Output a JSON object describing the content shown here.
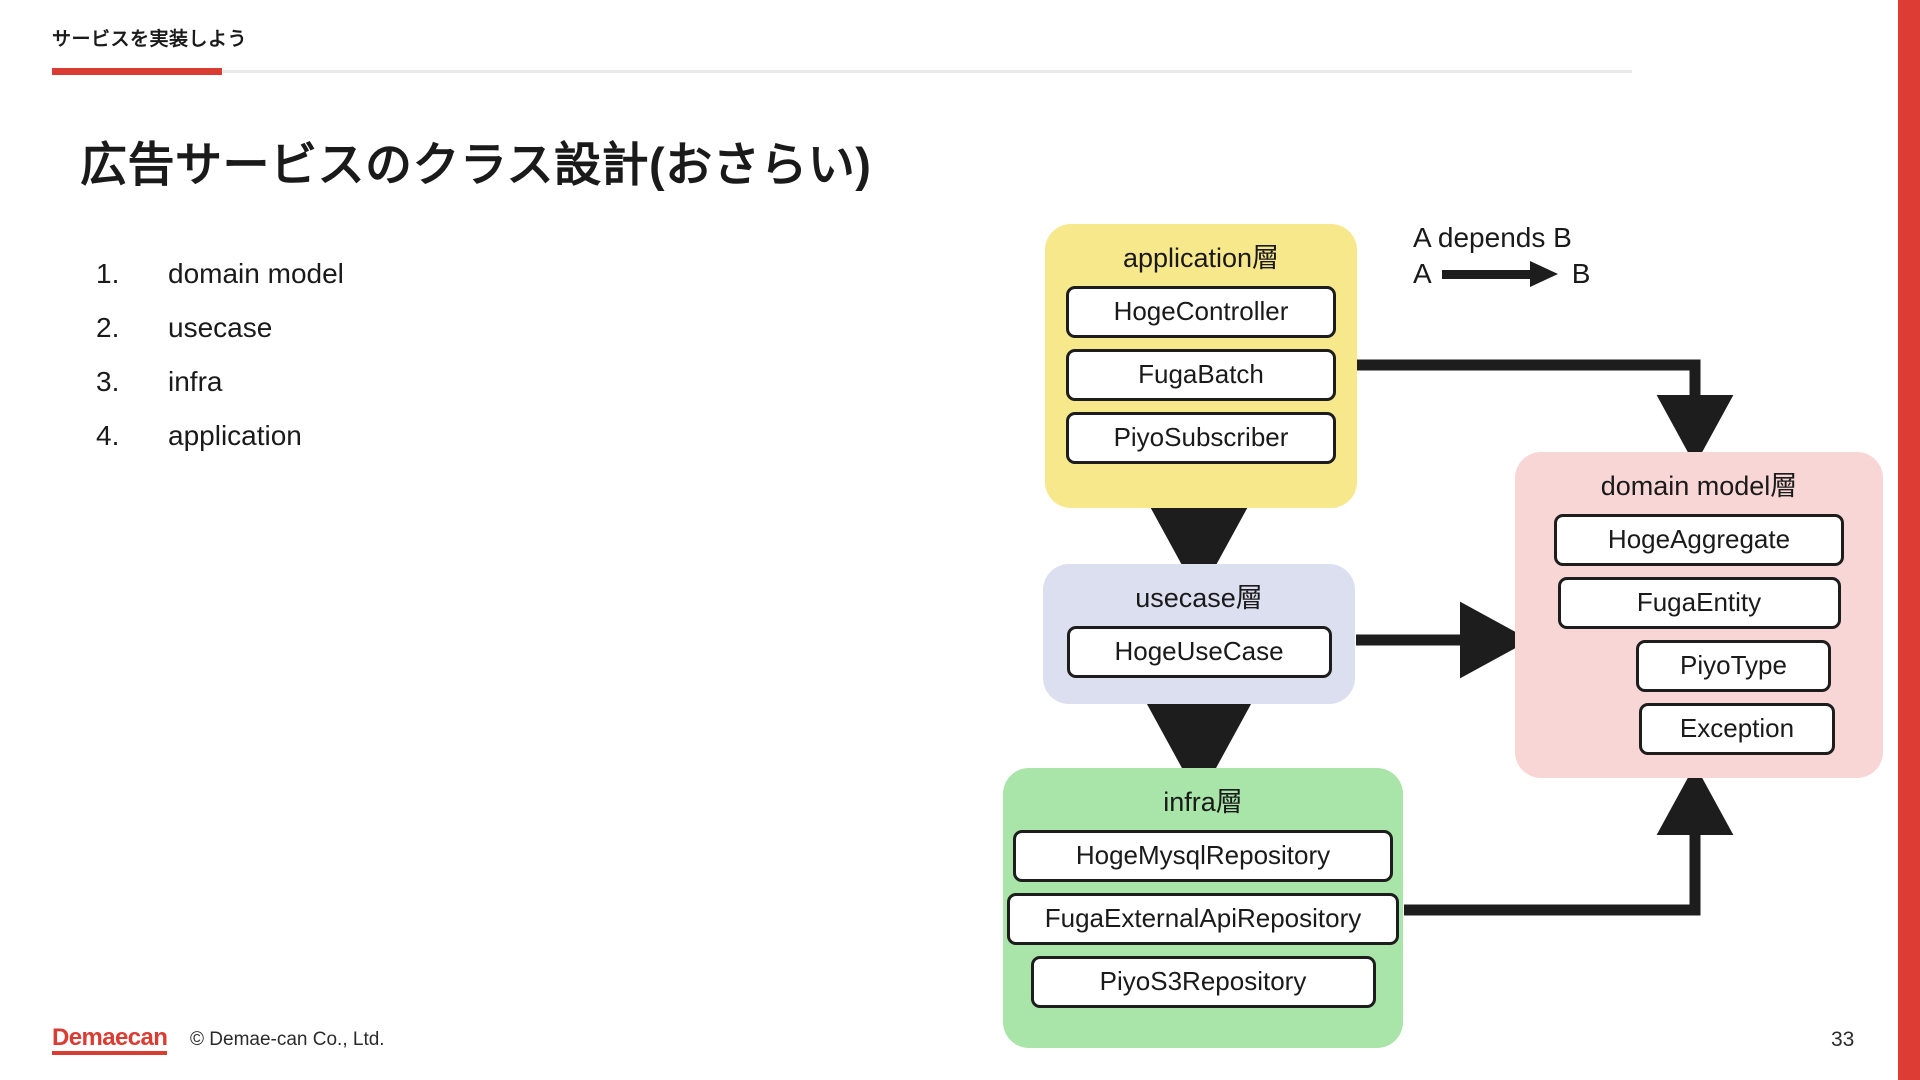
{
  "header": {
    "kicker": "サービスを実装しよう",
    "accent_color": "#d93c33",
    "rule_color": "#e9e9e9"
  },
  "title": "広告サービスのクラス設計(おさらい)",
  "agenda": {
    "items": [
      {
        "num": "1.",
        "label": "domain model"
      },
      {
        "num": "2.",
        "label": "usecase"
      },
      {
        "num": "3.",
        "label": "infra"
      },
      {
        "num": "4.",
        "label": "application"
      }
    ]
  },
  "legend": {
    "caption": "A depends B",
    "from": "A",
    "to": "B",
    "arrow_icon": "arrow-right-icon"
  },
  "diagram": {
    "layers": [
      {
        "id": "application",
        "title": "application層",
        "color": "#f7e88c",
        "classes": [
          "HogeController",
          "FugaBatch",
          "PiyoSubscriber"
        ]
      },
      {
        "id": "usecase",
        "title": "usecase層",
        "color": "#dcdff0",
        "classes": [
          "HogeUseCase"
        ]
      },
      {
        "id": "infra",
        "title": "infra層",
        "color": "#a9e5a9",
        "classes": [
          "HogeMysqlRepository",
          "FugaExternalApiRepository",
          "PiyoS3Repository"
        ]
      },
      {
        "id": "domain",
        "title": "domain model層",
        "color": "#f8d6d6",
        "classes": [
          "HogeAggregate",
          "FugaEntity",
          "PiyoType",
          "Exception"
        ]
      }
    ],
    "dependencies": [
      {
        "from": "application",
        "to": "domain"
      },
      {
        "from": "application",
        "to": "usecase"
      },
      {
        "from": "usecase",
        "to": "domain"
      },
      {
        "from": "usecase",
        "to": "infra"
      },
      {
        "from": "infra",
        "to": "domain"
      }
    ]
  },
  "footer": {
    "logo": "Demaecan",
    "copyright": "© Demae-can Co., Ltd.",
    "page_number": "33"
  }
}
